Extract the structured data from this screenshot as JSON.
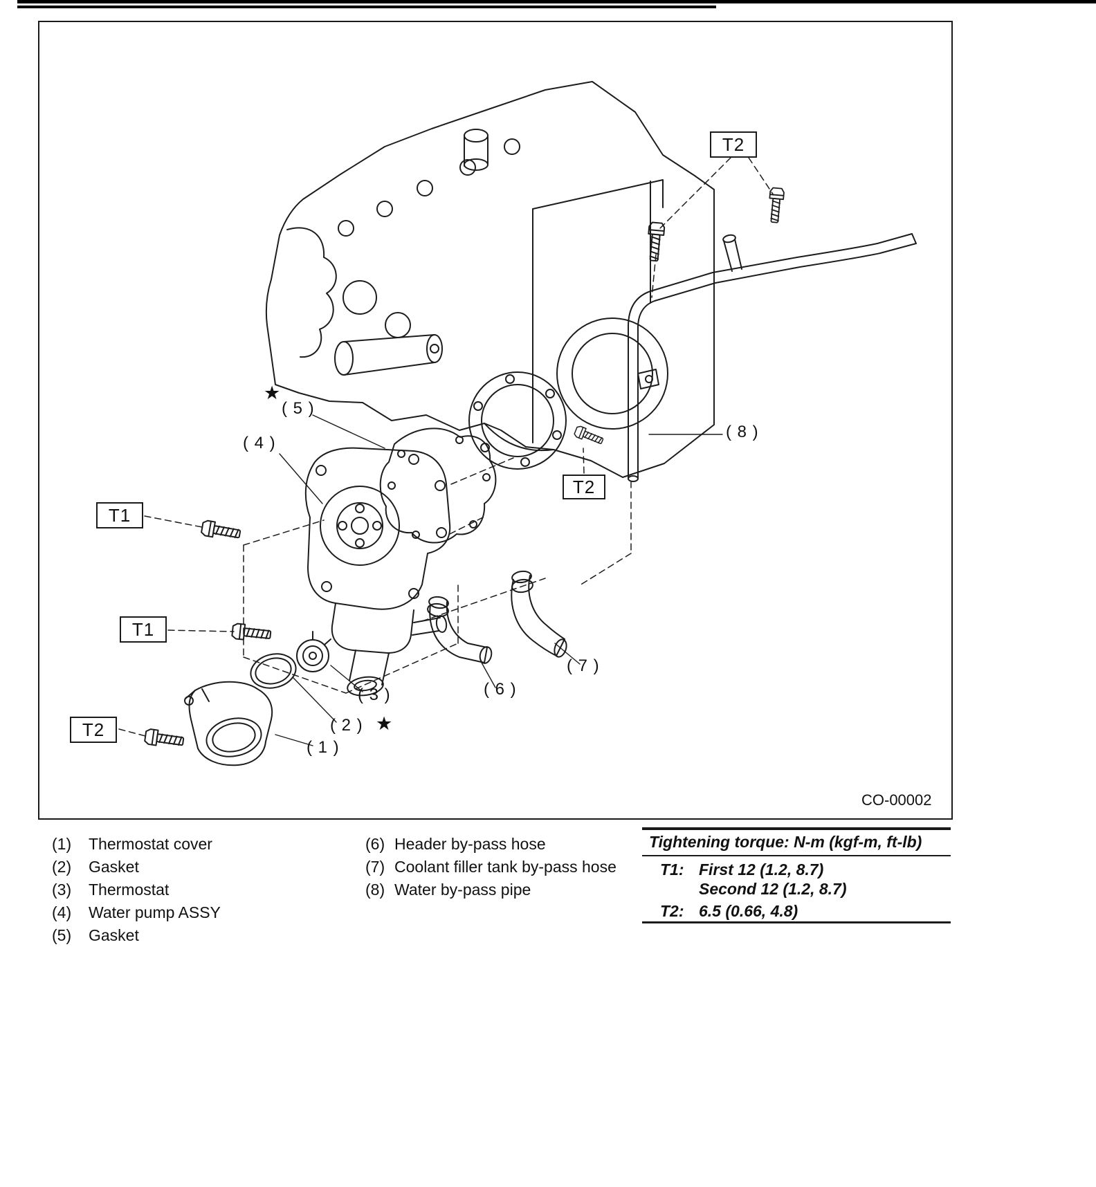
{
  "figure": {
    "drawing_code": "CO-00002",
    "labels": {
      "t1": "T1",
      "t2": "T2"
    },
    "callouts": {
      "c1": "( 1 )",
      "c2": "( 2 )",
      "c3": "( 3 )",
      "c4": "( 4 )",
      "c5": "( 5 )",
      "c6": "( 6 )",
      "c7": "( 7 )",
      "c8": "( 8 )",
      "star": "★"
    }
  },
  "legend": {
    "col1": [
      {
        "num": "(1)",
        "label": "Thermostat cover"
      },
      {
        "num": "(2)",
        "label": "Gasket"
      },
      {
        "num": "(3)",
        "label": "Thermostat"
      },
      {
        "num": "(4)",
        "label": "Water pump ASSY"
      },
      {
        "num": "(5)",
        "label": "Gasket"
      }
    ],
    "col2": [
      {
        "num": "(6)",
        "label": "Header by-pass hose"
      },
      {
        "num": "(7)",
        "label": "Coolant filler tank by-pass hose"
      },
      {
        "num": "(8)",
        "label": "Water by-pass pipe"
      }
    ]
  },
  "torque": {
    "title": "Tightening torque: N-m (kgf-m, ft-lb)",
    "t1_key": "T1:",
    "t1_line1": "First 12 (1.2, 8.7)",
    "t1_line2": "Second 12 (1.2, 8.7)",
    "t2_key": "T2:",
    "t2_value": "6.5 (0.66, 4.8)"
  }
}
